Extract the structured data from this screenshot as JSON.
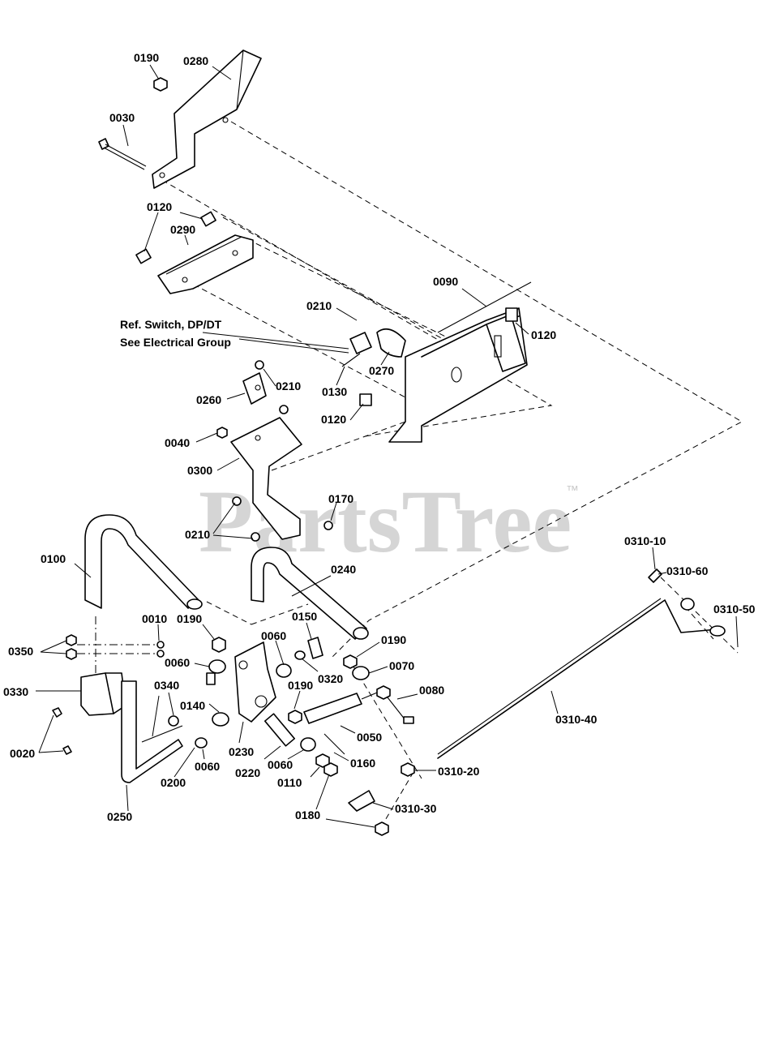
{
  "watermark": {
    "text": "PartsTree",
    "trademark": "™"
  },
  "reference_note": {
    "line1": "Ref. Switch, DP/DT",
    "line2": "See Electrical Group"
  },
  "callouts": {
    "c0190_top": "0190",
    "c0280": "0280",
    "c0030": "0030",
    "c0120_a": "0120",
    "c0290": "0290",
    "c0090": "0090",
    "c0210_a": "0210",
    "c0120_b": "0120",
    "c0270": "0270",
    "c0130": "0130",
    "c0210_b": "0210",
    "c0260": "0260",
    "c0120_c": "0120",
    "c0040": "0040",
    "c0300": "0300",
    "c0170": "0170",
    "c0210_c": "0210",
    "c0100": "0100",
    "c0240": "0240",
    "c0310_10": "0310-10",
    "c0310_60": "0310-60",
    "c0310_50": "0310-50",
    "c0010": "0010",
    "c0190_b": "0190",
    "c0150": "0150",
    "c0190_c": "0190",
    "c0350": "0350",
    "c0060_a": "0060",
    "c0060_b": "0060",
    "c0320": "0320",
    "c0070": "0070",
    "c0330": "0330",
    "c0340": "0340",
    "c0140": "0140",
    "c0190_d": "0190",
    "c0080": "0080",
    "c0310_40": "0310-40",
    "c0020": "0020",
    "c0230": "0230",
    "c0050": "0050",
    "c0060_c": "0060",
    "c0220": "0220",
    "c0060_d": "0060",
    "c0160": "0160",
    "c0200": "0200",
    "c0110": "0110",
    "c0310_20": "0310-20",
    "c0250": "0250",
    "c0310_30": "0310-30",
    "c0180": "0180"
  }
}
